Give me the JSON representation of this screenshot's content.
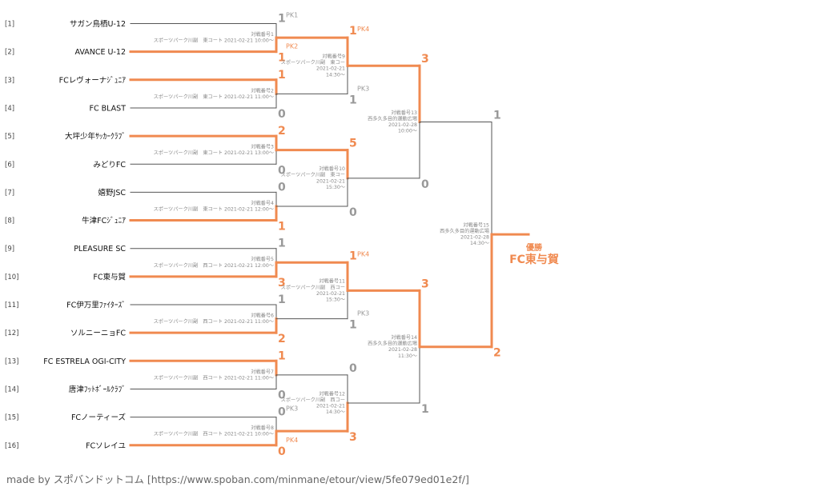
{
  "teams": [
    {
      "seed": "[1]",
      "name": "サガン鳥栖U-12"
    },
    {
      "seed": "[2]",
      "name": "AVANCE U-12"
    },
    {
      "seed": "[3]",
      "name": "FCレヴォーナｼﾞｭﾆｱ"
    },
    {
      "seed": "[4]",
      "name": "FC BLAST"
    },
    {
      "seed": "[5]",
      "name": "大坪少年ｻｯｶｰｸﾗﾌﾞ"
    },
    {
      "seed": "[6]",
      "name": "みどりFC"
    },
    {
      "seed": "[7]",
      "name": "嬉野JSC"
    },
    {
      "seed": "[8]",
      "name": "牛津FCｼﾞｭﾆｱ"
    },
    {
      "seed": "[9]",
      "name": "PLEASURE SC"
    },
    {
      "seed": "[10]",
      "name": "FC東与賀"
    },
    {
      "seed": "[11]",
      "name": "FC伊万里ﾌｧｲﾀｰｽﾞ"
    },
    {
      "seed": "[12]",
      "name": "ソルニーニョFC"
    },
    {
      "seed": "[13]",
      "name": "FC ESTRELA OGI-CITY"
    },
    {
      "seed": "[14]",
      "name": "唐津ﾌｯﾄﾎﾞｰﾙｸﾗﾌﾞ"
    },
    {
      "seed": "[15]",
      "name": "FCノーティーズ"
    },
    {
      "seed": "[16]",
      "name": "FCソレイユ"
    }
  ],
  "rounds": [
    [
      {
        "info": [
          "対戦番号1",
          "スポーツパーク川副　東コート 2021-02-21 10:00〜"
        ],
        "top": "1",
        "bottom": "1",
        "winner": "bottom",
        "pk_top": "PK1",
        "pk_bottom": "PK2"
      },
      {
        "info": [
          "対戦番号2",
          "スポーツパーク川副　東コート 2021-02-21 11:00〜"
        ],
        "top": "1",
        "bottom": "0",
        "winner": "top",
        "pk_top": "",
        "pk_bottom": ""
      },
      {
        "info": [
          "対戦番号3",
          "スポーツパーク川副　東コート 2021-02-21 13:00〜"
        ],
        "top": "2",
        "bottom": "0",
        "winner": "top",
        "pk_top": "",
        "pk_bottom": ""
      },
      {
        "info": [
          "対戦番号4",
          "スポーツパーク川副　東コート 2021-02-21 12:00〜"
        ],
        "top": "0",
        "bottom": "1",
        "winner": "bottom",
        "pk_top": "",
        "pk_bottom": ""
      },
      {
        "info": [
          "対戦番号5",
          "スポーツパーク川副　西コート 2021-02-21 12:00〜"
        ],
        "top": "1",
        "bottom": "3",
        "winner": "bottom",
        "pk_top": "",
        "pk_bottom": ""
      },
      {
        "info": [
          "対戦番号6",
          "スポーツパーク川副　西コート 2021-02-21 11:00〜"
        ],
        "top": "1",
        "bottom": "2",
        "winner": "bottom",
        "pk_top": "",
        "pk_bottom": ""
      },
      {
        "info": [
          "対戦番号7",
          "スポーツパーク川副　西コート 2021-02-21 11:00〜"
        ],
        "top": "1",
        "bottom": "0",
        "winner": "top",
        "pk_top": "",
        "pk_bottom": ""
      },
      {
        "info": [
          "対戦番号8",
          "スポーツパーク川副　西コート 2021-02-21 10:00〜"
        ],
        "top": "0",
        "bottom": "0",
        "winner": "bottom",
        "pk_top": "PK3",
        "pk_bottom": "PK4"
      }
    ],
    [
      {
        "info": [
          "対戦番号9",
          "スポーツパーク川副　東コー",
          "2021-02-21",
          "14:30〜"
        ],
        "top": "1",
        "bottom": "1",
        "winner": "top",
        "pk_top": "PK4",
        "pk_bottom": "PK3"
      },
      {
        "info": [
          "対戦番号10",
          "スポーツパーク川副　東コー",
          "2021-02-21",
          "15:30〜"
        ],
        "top": "5",
        "bottom": "0",
        "winner": "top",
        "pk_top": "",
        "pk_bottom": ""
      },
      {
        "info": [
          "対戦番号11",
          "スポーツパーク川副　西コー",
          "2021-02-21",
          "15:30〜"
        ],
        "top": "1",
        "bottom": "1",
        "winner": "top",
        "pk_top": "PK4",
        "pk_bottom": "PK3"
      },
      {
        "info": [
          "対戦番号12",
          "スポーツパーク川副　西コー",
          "2021-02-21",
          "14:30〜"
        ],
        "top": "0",
        "bottom": "3",
        "winner": "bottom",
        "pk_top": "",
        "pk_bottom": ""
      }
    ],
    [
      {
        "info": [
          "対戦番号13",
          "西多久多目的運動広場",
          "2021-02-28",
          "10:00〜"
        ],
        "top": "3",
        "bottom": "0",
        "winner": "top",
        "pk_top": "",
        "pk_bottom": ""
      },
      {
        "info": [
          "対戦番号14",
          "西多久多目的運動広場",
          "2021-02-28",
          "11:30〜"
        ],
        "top": "3",
        "bottom": "1",
        "winner": "top",
        "pk_top": "",
        "pk_bottom": ""
      }
    ],
    [
      {
        "info": [
          "対戦番号15",
          "西多久多目的運動広場",
          "2021-02-28",
          "14:30〜"
        ],
        "top": "1",
        "bottom": "2",
        "winner": "bottom",
        "pk_top": "",
        "pk_bottom": ""
      }
    ]
  ],
  "champion": {
    "label": "優勝",
    "name": "FC東与賀"
  },
  "footer": "made by スポバンドットコム [https://www.spoban.com/minmane/etour/view/5fe079ed01e2f/]",
  "colors": {
    "win": "#f08a50",
    "lose": "#999999",
    "line": "#555555"
  }
}
